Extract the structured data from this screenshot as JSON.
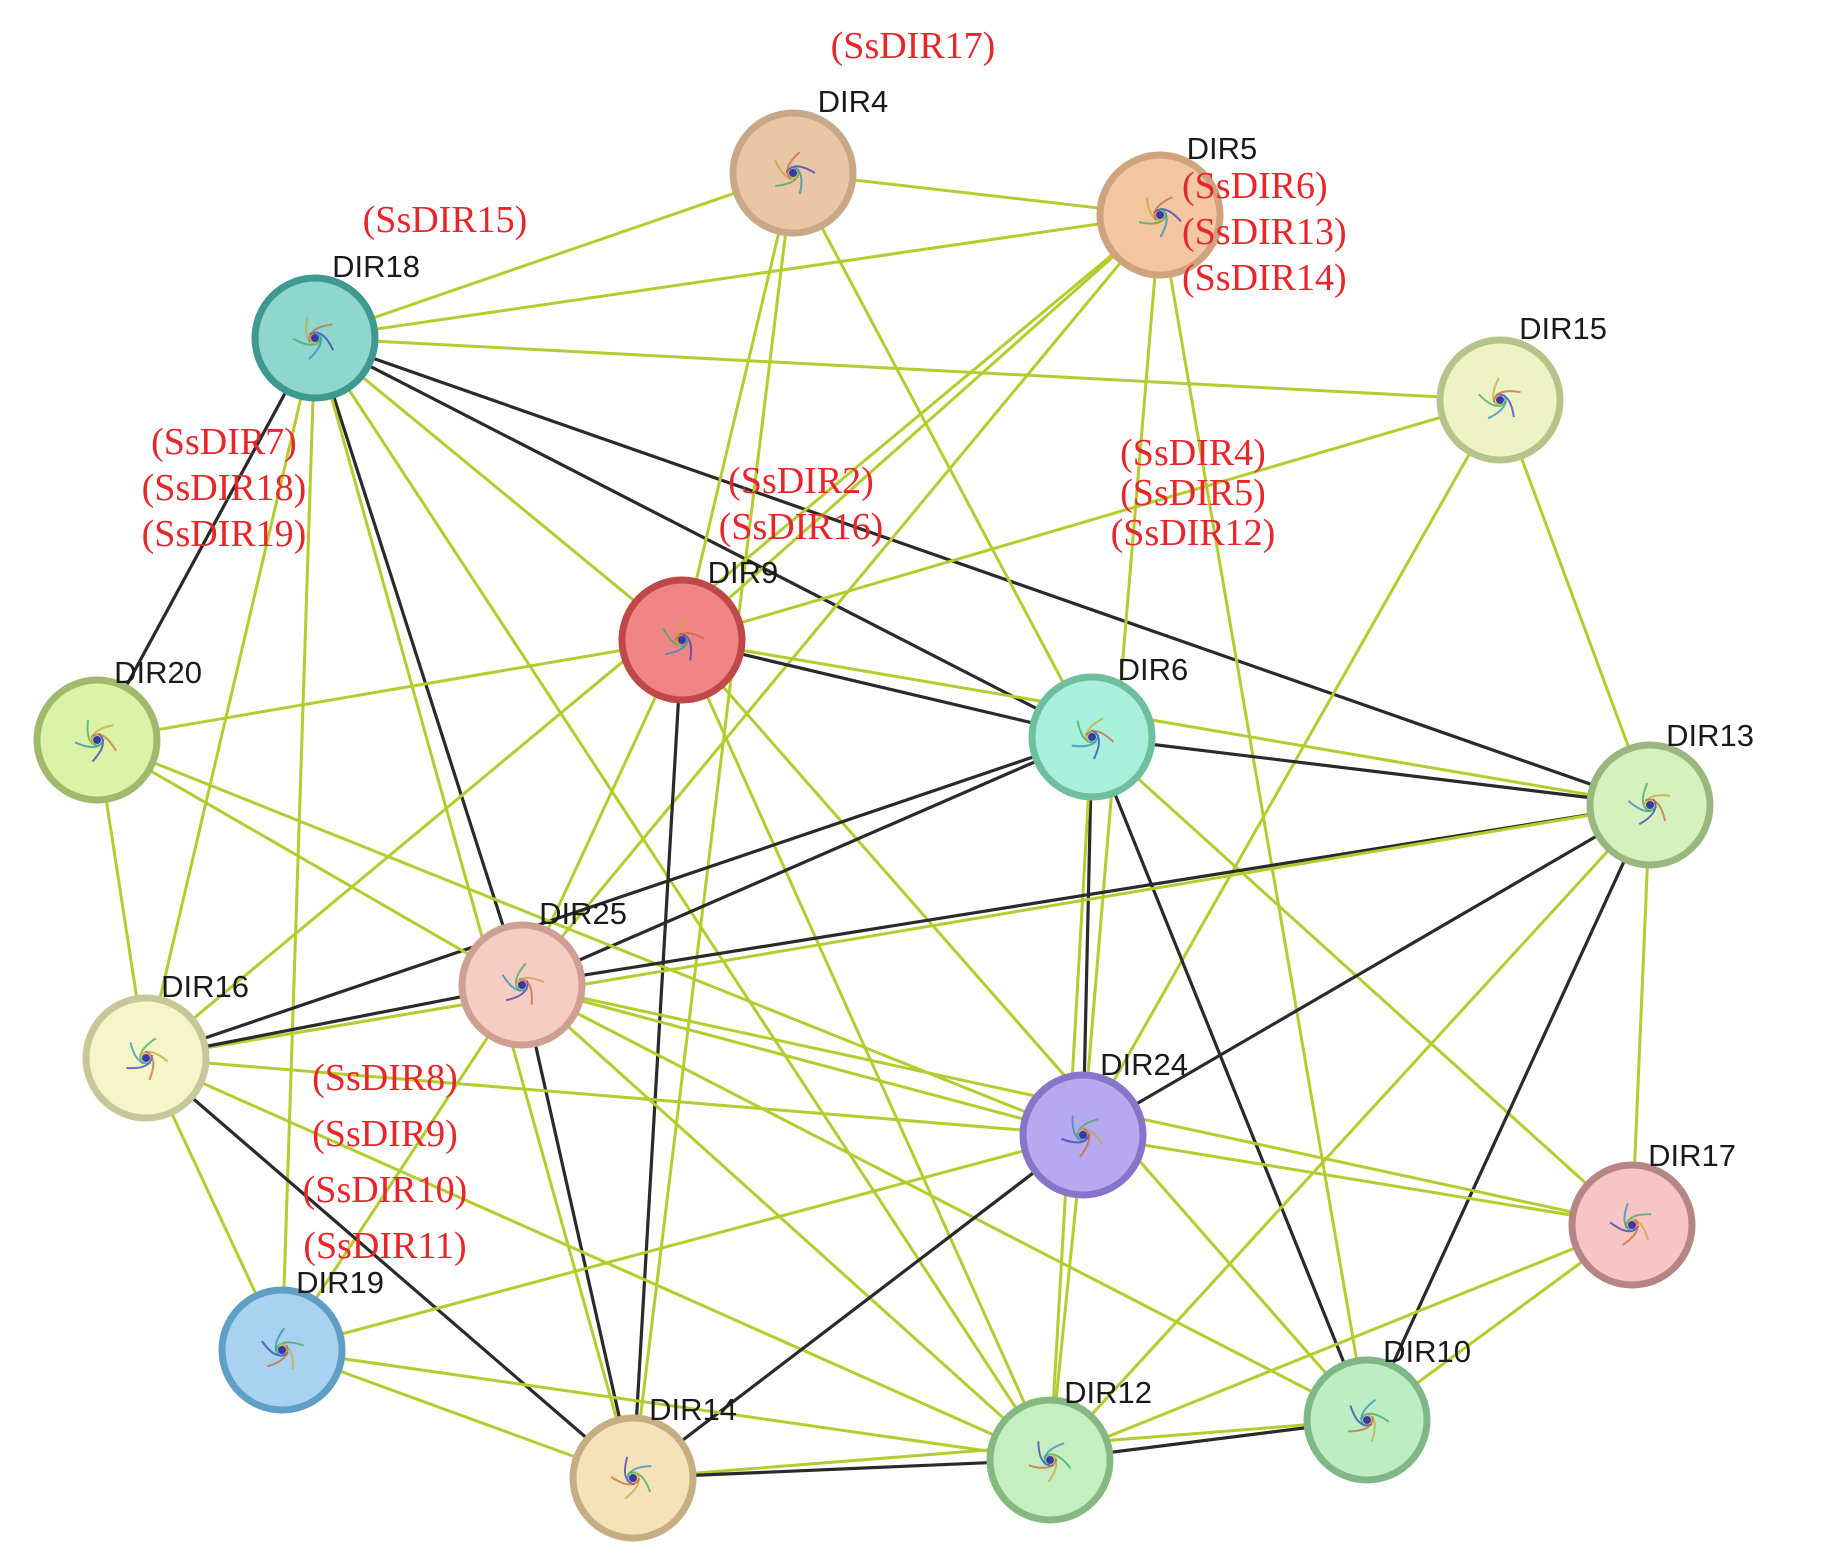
{
  "colors": {
    "edge_light": "#b5cc2e",
    "edge_dark": "#2a2a2a",
    "label": "#1a1a1a",
    "ss_label": "#e8262a"
  },
  "nodes": [
    {
      "id": "DIR4",
      "label": "DIR4",
      "fill": "#e9c7a6",
      "ring": "#c9a888",
      "ss": [
        "(SsDIR17)"
      ]
    },
    {
      "id": "DIR5",
      "label": "DIR5",
      "fill": "#f2c7a1",
      "ring": "#cfa37d",
      "ss": [
        "(SsDIR6)",
        "(SsDIR13)",
        "(SsDIR14)"
      ]
    },
    {
      "id": "DIR18",
      "label": "DIR18",
      "fill": "#8fd6cf",
      "ring": "#3e9a90",
      "ss": [
        "(SsDIR15)"
      ]
    },
    {
      "id": "DIR15",
      "label": "DIR15",
      "fill": "#eef3c6",
      "ring": "#b5c48a",
      "ss": []
    },
    {
      "id": "DIR9",
      "label": "DIR9",
      "fill": "#f08585",
      "ring": "#c04848",
      "ss": [
        "(SsDIR2)",
        "(SsDIR16)"
      ]
    },
    {
      "id": "DIR6",
      "label": "DIR6",
      "fill": "#a8f0dc",
      "ring": "#6fbf9f",
      "ss": [
        "(SsDIR4)",
        "(SsDIR5)",
        "(SsDIR12)"
      ]
    },
    {
      "id": "DIR20",
      "label": "DIR20",
      "fill": "#dcf2a6",
      "ring": "#9fba6c",
      "ss": [
        "(SsDIR7)",
        "(SsDIR18)",
        "(SsDIR19)"
      ]
    },
    {
      "id": "DIR13",
      "label": "DIR13",
      "fill": "#d5f2be",
      "ring": "#98b880",
      "ss": []
    },
    {
      "id": "DIR25",
      "label": "DIR25",
      "fill": "#f6cdc5",
      "ring": "#cf9f94",
      "ss": []
    },
    {
      "id": "DIR16",
      "label": "DIR16",
      "fill": "#f5f5c9",
      "ring": "#c7c79a",
      "ss": []
    },
    {
      "id": "DIR24",
      "label": "DIR24",
      "fill": "#b6a9f2",
      "ring": "#8874c8",
      "ss": []
    },
    {
      "id": "DIR17",
      "label": "DIR17",
      "fill": "#f7c5c5",
      "ring": "#b88585",
      "ss": []
    },
    {
      "id": "DIR19",
      "label": "DIR19",
      "fill": "#a9d2f0",
      "ring": "#5f9fc5",
      "ss": [
        "(SsDIR8)",
        "(SsDIR9)",
        "(SsDIR10)",
        "(SsDIR11)"
      ]
    },
    {
      "id": "DIR10",
      "label": "DIR10",
      "fill": "#bdedc2",
      "ring": "#7fb886",
      "ss": []
    },
    {
      "id": "DIR12",
      "label": "DIR12",
      "fill": "#c5efc0",
      "ring": "#86b97f",
      "ss": []
    },
    {
      "id": "DIR14",
      "label": "DIR14",
      "fill": "#f6e2b8",
      "ring": "#c7ad82",
      "ss": []
    }
  ],
  "edges": [
    {
      "a": "DIR18",
      "b": "DIR4",
      "type": "light"
    },
    {
      "a": "DIR18",
      "b": "DIR5",
      "type": "light"
    },
    {
      "a": "DIR18",
      "b": "DIR15",
      "type": "light"
    },
    {
      "a": "DIR18",
      "b": "DIR20",
      "type": "dark"
    },
    {
      "a": "DIR18",
      "b": "DIR9",
      "type": "light"
    },
    {
      "a": "DIR18",
      "b": "DIR6",
      "type": "dark"
    },
    {
      "a": "DIR18",
      "b": "DIR13",
      "type": "dark"
    },
    {
      "a": "DIR18",
      "b": "DIR25",
      "type": "dark"
    },
    {
      "a": "DIR18",
      "b": "DIR19",
      "type": "light"
    },
    {
      "a": "DIR18",
      "b": "DIR12",
      "type": "light"
    },
    {
      "a": "DIR18",
      "b": "DIR14",
      "type": "light"
    },
    {
      "a": "DIR18",
      "b": "DIR16",
      "type": "light"
    },
    {
      "a": "DIR4",
      "b": "DIR5",
      "type": "light"
    },
    {
      "a": "DIR4",
      "b": "DIR9",
      "type": "light"
    },
    {
      "a": "DIR4",
      "b": "DIR6",
      "type": "light"
    },
    {
      "a": "DIR4",
      "b": "DIR14",
      "type": "light"
    },
    {
      "a": "DIR5",
      "b": "DIR9",
      "type": "light"
    },
    {
      "a": "DIR5",
      "b": "DIR25",
      "type": "light"
    },
    {
      "a": "DIR5",
      "b": "DIR24",
      "type": "light"
    },
    {
      "a": "DIR5",
      "b": "DIR10",
      "type": "light"
    },
    {
      "a": "DIR5",
      "b": "DIR16",
      "type": "light"
    },
    {
      "a": "DIR15",
      "b": "DIR13",
      "type": "light"
    },
    {
      "a": "DIR15",
      "b": "DIR24",
      "type": "light"
    },
    {
      "a": "DIR15",
      "b": "DIR9",
      "type": "light"
    },
    {
      "a": "DIR9",
      "b": "DIR6",
      "type": "dark"
    },
    {
      "a": "DIR9",
      "b": "DIR13",
      "type": "light"
    },
    {
      "a": "DIR9",
      "b": "DIR20",
      "type": "light"
    },
    {
      "a": "DIR9",
      "b": "DIR25",
      "type": "light"
    },
    {
      "a": "DIR9",
      "b": "DIR14",
      "type": "dark"
    },
    {
      "a": "DIR9",
      "b": "DIR12",
      "type": "light"
    },
    {
      "a": "DIR9",
      "b": "DIR10",
      "type": "light"
    },
    {
      "a": "DIR6",
      "b": "DIR13",
      "type": "dark"
    },
    {
      "a": "DIR6",
      "b": "DIR25",
      "type": "dark"
    },
    {
      "a": "DIR6",
      "b": "DIR16",
      "type": "dark"
    },
    {
      "a": "DIR6",
      "b": "DIR24",
      "type": "dark"
    },
    {
      "a": "DIR6",
      "b": "DIR10",
      "type": "dark"
    },
    {
      "a": "DIR6",
      "b": "DIR17",
      "type": "light"
    },
    {
      "a": "DIR6",
      "b": "DIR12",
      "type": "light"
    },
    {
      "a": "DIR20",
      "b": "DIR25",
      "type": "light"
    },
    {
      "a": "DIR20",
      "b": "DIR16",
      "type": "light"
    },
    {
      "a": "DIR20",
      "b": "DIR24",
      "type": "light"
    },
    {
      "a": "DIR13",
      "b": "DIR25",
      "type": "dark"
    },
    {
      "a": "DIR13",
      "b": "DIR16",
      "type": "light"
    },
    {
      "a": "DIR13",
      "b": "DIR24",
      "type": "dark"
    },
    {
      "a": "DIR13",
      "b": "DIR17",
      "type": "light"
    },
    {
      "a": "DIR13",
      "b": "DIR10",
      "type": "dark"
    },
    {
      "a": "DIR13",
      "b": "DIR12",
      "type": "light"
    },
    {
      "a": "DIR25",
      "b": "DIR16",
      "type": "dark"
    },
    {
      "a": "DIR25",
      "b": "DIR24",
      "type": "light"
    },
    {
      "a": "DIR25",
      "b": "DIR17",
      "type": "light"
    },
    {
      "a": "DIR25",
      "b": "DIR14",
      "type": "dark"
    },
    {
      "a": "DIR25",
      "b": "DIR12",
      "type": "light"
    },
    {
      "a": "DIR25",
      "b": "DIR19",
      "type": "light"
    },
    {
      "a": "DIR25",
      "b": "DIR10",
      "type": "light"
    },
    {
      "a": "DIR16",
      "b": "DIR19",
      "type": "light"
    },
    {
      "a": "DIR16",
      "b": "DIR14",
      "type": "dark"
    },
    {
      "a": "DIR16",
      "b": "DIR12",
      "type": "light"
    },
    {
      "a": "DIR16",
      "b": "DIR24",
      "type": "light"
    },
    {
      "a": "DIR24",
      "b": "DIR14",
      "type": "dark"
    },
    {
      "a": "DIR24",
      "b": "DIR12",
      "type": "light"
    },
    {
      "a": "DIR24",
      "b": "DIR17",
      "type": "light"
    },
    {
      "a": "DIR24",
      "b": "DIR19",
      "type": "light"
    },
    {
      "a": "DIR17",
      "b": "DIR10",
      "type": "light"
    },
    {
      "a": "DIR17",
      "b": "DIR12",
      "type": "light"
    },
    {
      "a": "DIR19",
      "b": "DIR12",
      "type": "light"
    },
    {
      "a": "DIR19",
      "b": "DIR14",
      "type": "light"
    },
    {
      "a": "DIR10",
      "b": "DIR12",
      "type": "dark"
    },
    {
      "a": "DIR10",
      "b": "DIR14",
      "type": "light"
    },
    {
      "a": "DIR12",
      "b": "DIR14",
      "type": "dark"
    }
  ]
}
